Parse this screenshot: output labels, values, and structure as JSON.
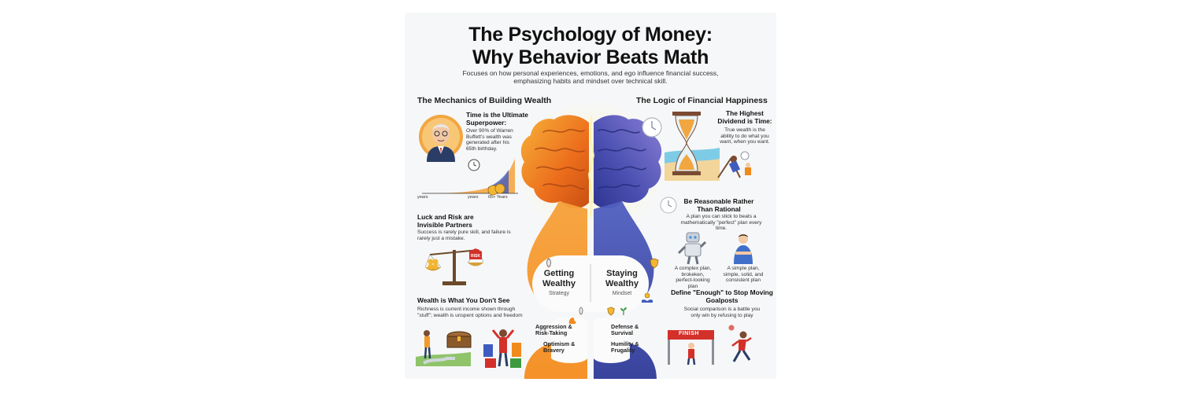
{
  "header": {
    "title_line1": "The Psychology of Money:",
    "title_line2": "Why Behavior Beats Math",
    "subtitle": "Focuses on how personal experiences, emotions, and ego influence financial success, emphasizing habits and mindset over technical skill."
  },
  "left_section": {
    "heading": "The Mechanics of Building Wealth",
    "time": {
      "title": "Time is the Ultimate Superpower:",
      "body": "Over 90% of Warren Buffett's wealth was generated after his 65th birthday.",
      "axis_labels": [
        "years",
        "years",
        "65+ Years"
      ]
    },
    "luck": {
      "title": "Luck and Risk are Invisible Partners",
      "body": "Success is rarely pure skill, and failure is rarely just a mistake.",
      "scale_tag": "RISK"
    },
    "unseen": {
      "title": "Wealth is What You Don't See",
      "body": "Richness is current income shown through \"stuff\"; wealth is unspent options and freedom"
    }
  },
  "right_section": {
    "heading": "The Logic of Financial Happiness",
    "time_dividend": {
      "title": "The Highest Dividend is Time:",
      "body": "True wealth is the ability to do what you want, when you want."
    },
    "reasonable": {
      "title": "Be Reasonable Rather Than Rational",
      "body": "A plan you can stick to beats a mathematically \"perfect\" plan every time.",
      "complex_caption": "A complex plan, brokeken, perfect-looking plan",
      "simple_caption": "A simple plan, simple, solid, and consistent plan"
    },
    "enough": {
      "title": "Define \"Enough\" to Stop Moving Goalposts",
      "body": "Social comparison is a battle you only win by refusing to play",
      "banner_text": "FINISH"
    }
  },
  "center": {
    "getting": {
      "title": "Getting Wealthy",
      "sub": "Strategy",
      "traits": [
        "Aggression & Risk-Taking",
        "Optimism & Bravery"
      ]
    },
    "staying": {
      "title": "Staying Wealthy",
      "sub": "Mindset",
      "traits": [
        "Defense & Survival",
        "Humility & Frugality"
      ]
    }
  },
  "icons": [
    "portrait-icon",
    "clock-icon",
    "coin-stack-icon",
    "scale-icon",
    "clover-icon",
    "signpost-icon",
    "treasure-chest-icon",
    "shopping-bags-icon",
    "brain-icon",
    "rocket-icon",
    "shield-icon",
    "hourglass-icon",
    "beach-chair-icon",
    "robot-icon",
    "person-icon",
    "finish-banner-icon",
    "runner-icon",
    "plant-icon",
    "dumbbell-icon",
    "hands-coin-icon"
  ],
  "colors": {
    "brain_left": "#f08a1c",
    "brain_right": "#4a4fb0",
    "card_bg": "#f6f7f8",
    "accent_orange": "#f39a2a",
    "accent_blue": "#3f5bbf"
  }
}
